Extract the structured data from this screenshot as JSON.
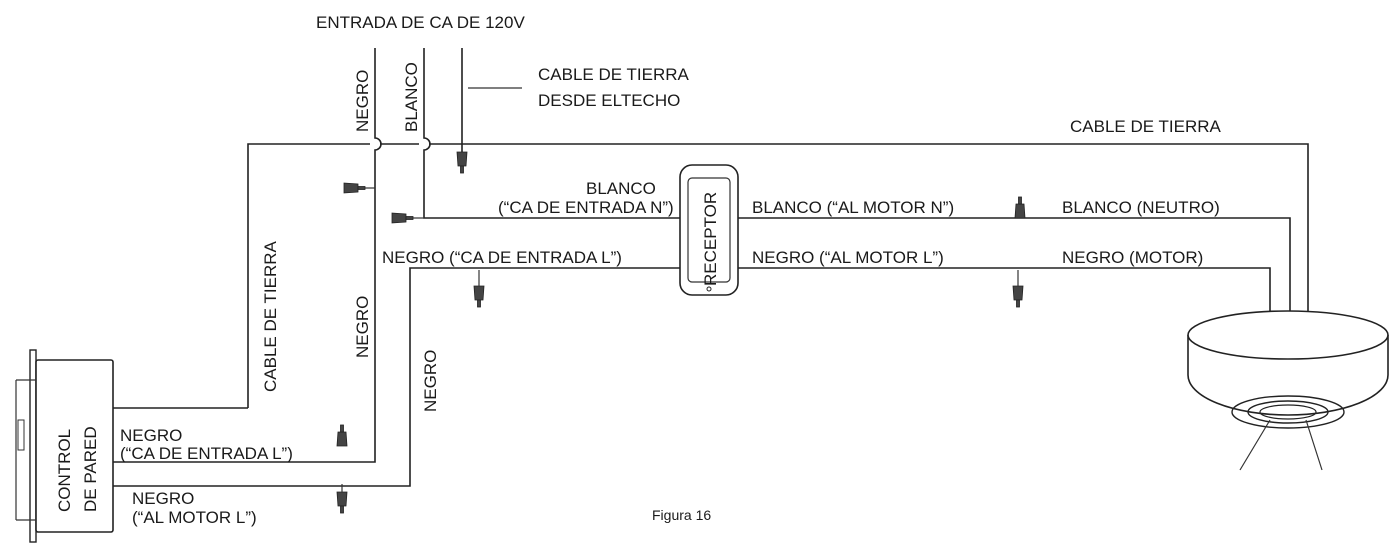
{
  "labels": {
    "input_ac": "ENTRADA DE CA DE 120V",
    "negro": "NEGRO",
    "blanco": "BLANCO",
    "ground_ceiling_1": "CABLE DE TIERRA",
    "ground_ceiling_2": "DESDE ELTECHO",
    "ground_top": "CABLE DE TIERRA",
    "ground_left": "CABLE DE TIERRA",
    "blanco_n_1": "BLANCO",
    "blanco_n_2": "(“CA DE ENTRADA N”)",
    "negro_l_in": "NEGRO (“CA DE ENTRADA L”)",
    "receptor": "RECEPTOR",
    "blanco_motor_n": "BLANCO (“AL MOTOR N”)",
    "negro_motor_l": "NEGRO (“AL MOTOR L”)",
    "blanco_neutro": "BLANCO (NEUTRO)",
    "negro_motor": "NEGRO (MOTOR)",
    "negro_vertical_1": "NEGRO",
    "negro_vertical_2": "NEGRO",
    "control_1": "CONTROL",
    "control_2": "DE PARED",
    "wc_negro_1": "NEGRO",
    "wc_negro_1b": "(“CA DE ENTRADA L”)",
    "wc_negro_2": "NEGRO",
    "wc_negro_2b": "(“AL MOTOR L”)",
    "caption": "Figura 16"
  },
  "colors": {
    "line": "#222222",
    "text": "#1a1a1a"
  }
}
